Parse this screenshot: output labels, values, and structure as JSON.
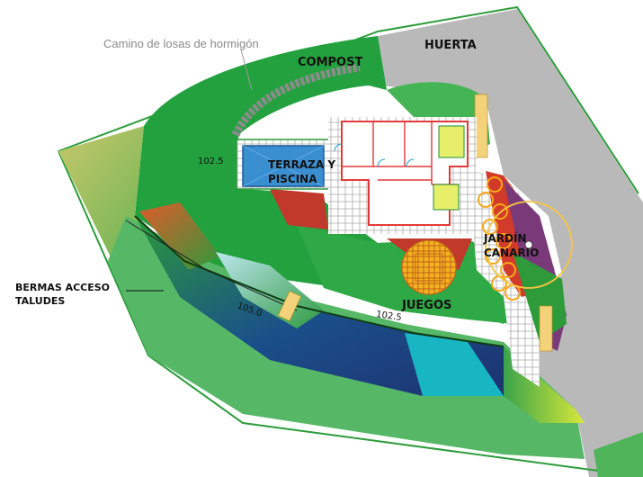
{
  "caption_path": "Camino de losas de hormigón",
  "zones": {
    "compost": "COMPOST",
    "huerta": "HUERTA",
    "terraza_line1": "TERRAZA Y",
    "terraza_line2": "PISCINA",
    "jardin_line1": "JARDÍN",
    "jardin_line2": "CANARIO",
    "juegos": "JUEGOS",
    "bermas_line1": "BERMAS ACCESO",
    "bermas_line2": "TALUDES"
  },
  "levels": {
    "upper": "102.5",
    "lower_left": "105.0",
    "lower_right": "102.5"
  },
  "colors": {
    "lawn": "#1f9a3c",
    "lawn_light": "#3cb04e",
    "berm": "#5cb86a",
    "paving": "#b8b8b8",
    "pool": "#3a8fd0",
    "terracotta": "#c0392b",
    "play_area": "#f0b020",
    "garden_ring": "#f6c544"
  }
}
